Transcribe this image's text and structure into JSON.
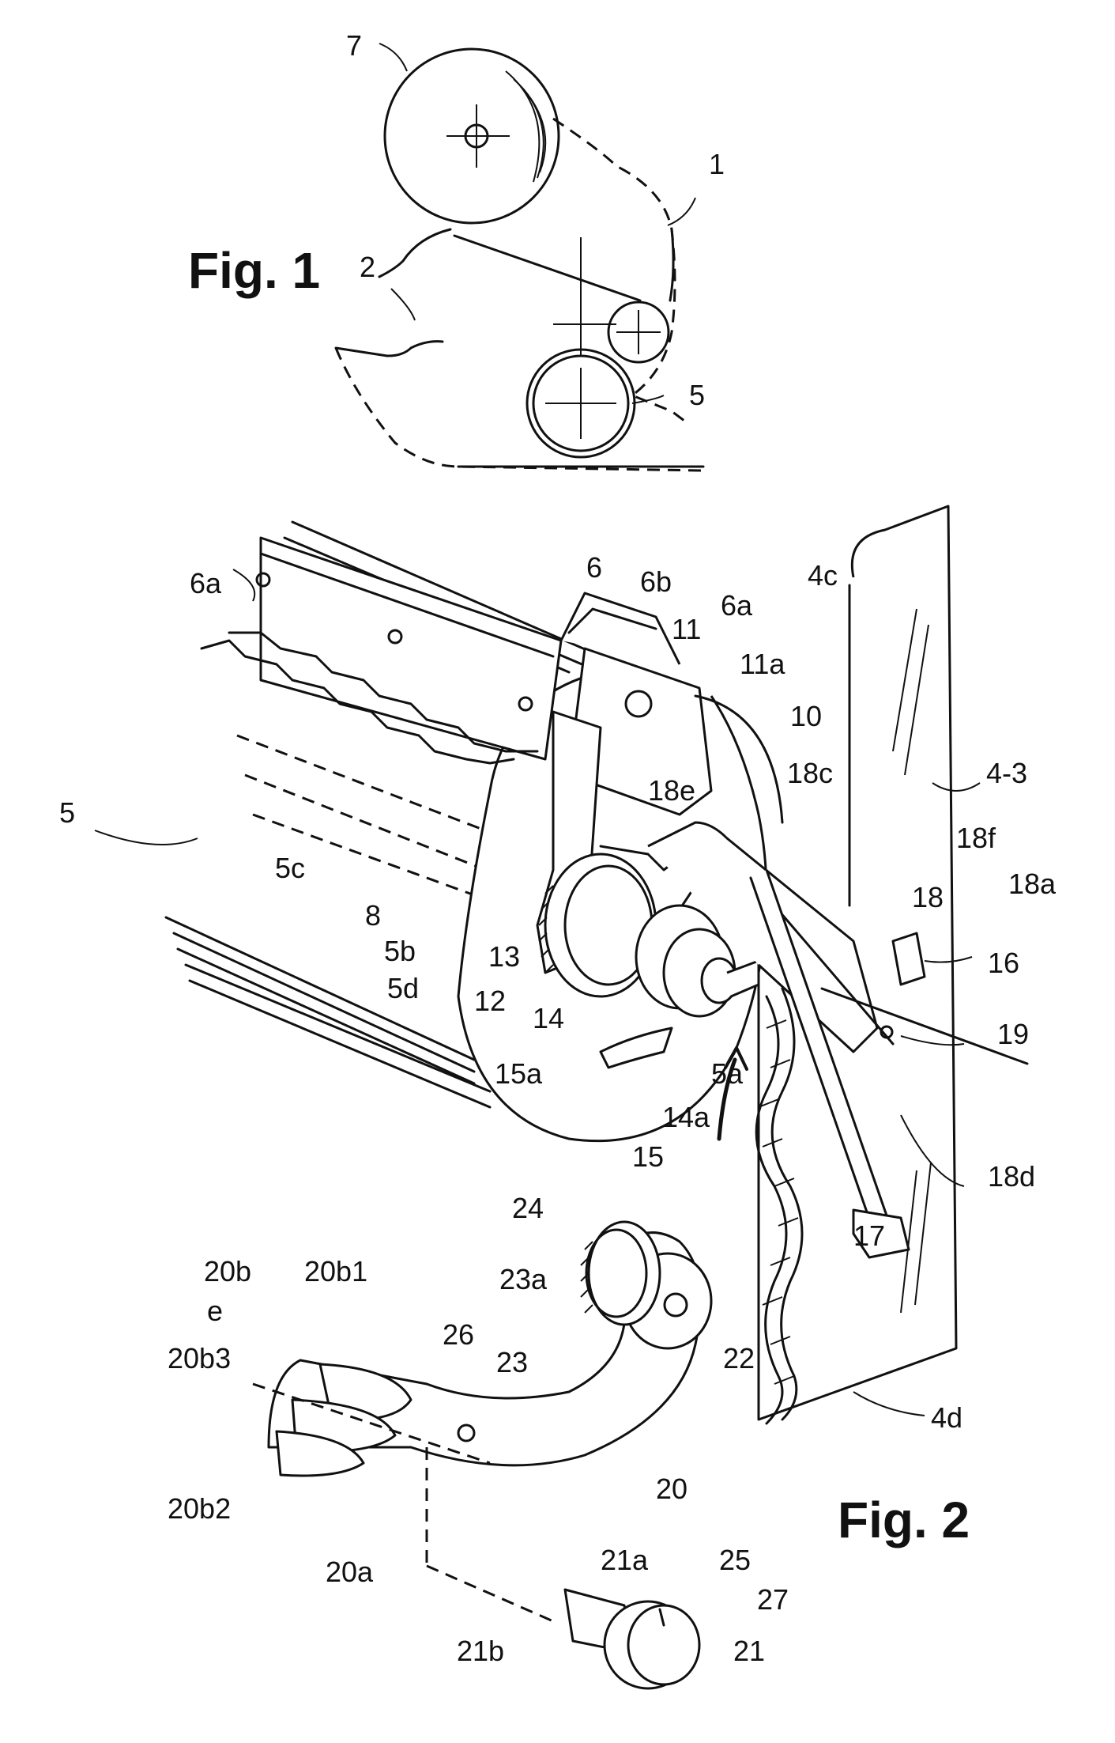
{
  "figures": {
    "fig1": "Fig. 1",
    "fig2": "Fig. 2"
  },
  "fig1_labels": {
    "l7": "7",
    "l1": "1",
    "l2": "2",
    "l5": "5"
  },
  "fig2_labels": {
    "l6": "6",
    "l6b": "6b",
    "l6a_right": "6a",
    "l4c": "4c",
    "l6a_left": "6a",
    "l11": "11",
    "l11a": "11a",
    "l10": "10",
    "l4_3": "4-3",
    "l5": "5",
    "l18e": "18e",
    "l18c": "18c",
    "l5c": "5c",
    "l18f": "18f",
    "l8": "8",
    "l18": "18",
    "l18a": "18a",
    "l5b": "5b",
    "l5d": "5d",
    "l13": "13",
    "l16": "16",
    "l12": "12",
    "l14": "14",
    "l19": "19",
    "l15a": "15a",
    "l5a": "5a",
    "l14a": "14a",
    "l15": "15",
    "l18d": "18d",
    "l24": "24",
    "l17": "17",
    "l20b": "20b",
    "l20b1": "20b1",
    "l23a": "23a",
    "l26": "26",
    "l22": "22",
    "l4d": "4d",
    "le": "e",
    "l23": "23",
    "l20b3": "20b3",
    "l20": "20",
    "l20b2": "20b2",
    "l20a": "20a",
    "l21a": "21a",
    "l25": "25",
    "l27": "27",
    "l21b": "21b",
    "l21": "21"
  }
}
